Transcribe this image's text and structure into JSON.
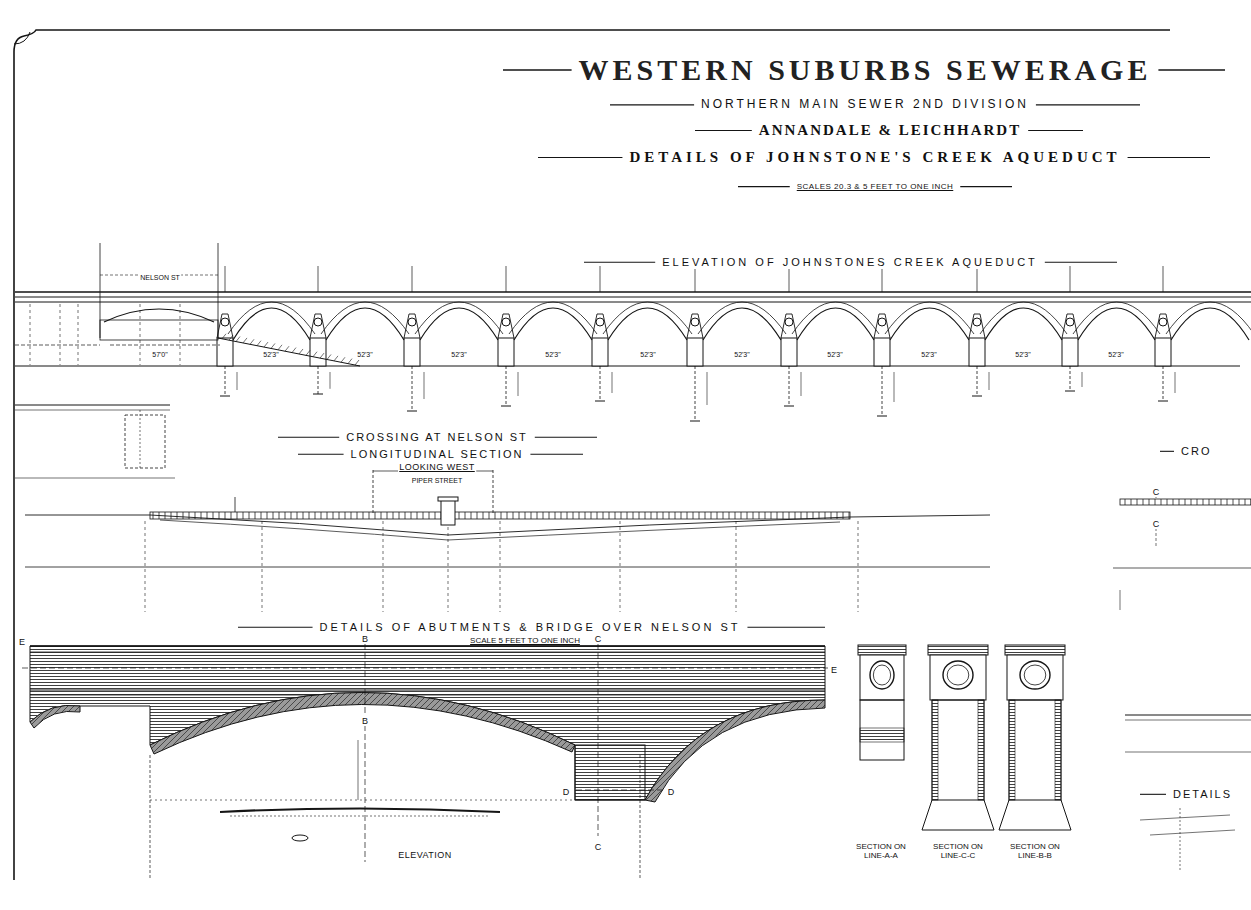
{
  "diagram": {
    "title": "WESTERN SUBURBS SEWERAGE",
    "labels": [
      "NORTHERN MAIN SEWER 2ND DIVISION",
      "ANNANDALE & LEICHHARDT",
      "DETAILS OF JOHNSTONE'S CREEK AQUEDUCT",
      "SCALES 20.3 & 5 FEET TO ONE INCH",
      "ELEVATION OF JOHNSTONES CREEK AQUEDUCT",
      "NELSON ST",
      "57'0\"",
      "52'3\"",
      "52'3\"",
      "52'3\"",
      "52'3\"",
      "52'3\"",
      "52'3\"",
      "52'3\"",
      "52'3\"",
      "52'3\"",
      "52'3\"",
      "CROSSING AT NELSON ST",
      "LONGITUDINAL SECTION",
      "LOOKING WEST",
      "PIPER STREET",
      "DETAILS OF ABUTMENTS & BRIDGE OVER NELSON ST",
      "SCALE 5 FEET TO ONE INCH",
      "ELEVATION",
      "SECTION ON LINE-A-A",
      "SECTION ON LINE-C-C",
      "SECTION ON LINE-B-B",
      "CRO",
      "DETAILS",
      "E",
      "E",
      "B",
      "B",
      "C",
      "C",
      "D",
      "D",
      "C",
      "C"
    ]
  }
}
